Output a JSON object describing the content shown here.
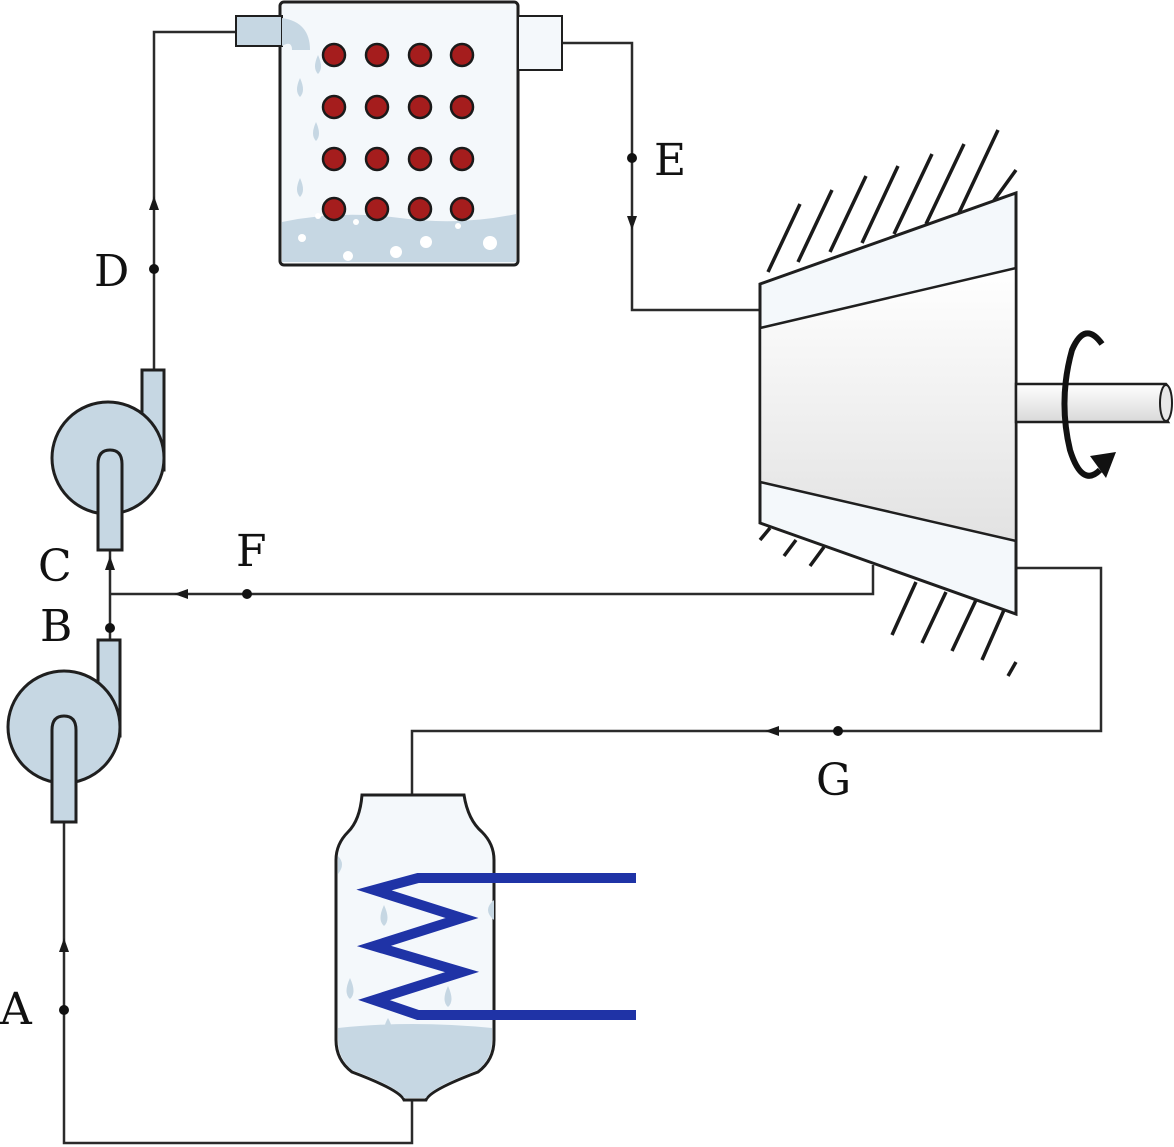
{
  "labels": {
    "A": "A",
    "B": "B",
    "C": "C",
    "D": "D",
    "E": "E",
    "F": "F",
    "G": "G"
  },
  "colors": {
    "equipment_fill": "#c6d7e3",
    "vessel_fill": "#f4f8fb",
    "water_fill": "#c6d7e3",
    "fuel_rod": "#a51d1d",
    "coil": "#1f33a6",
    "pipe": "#2b2b2b"
  }
}
